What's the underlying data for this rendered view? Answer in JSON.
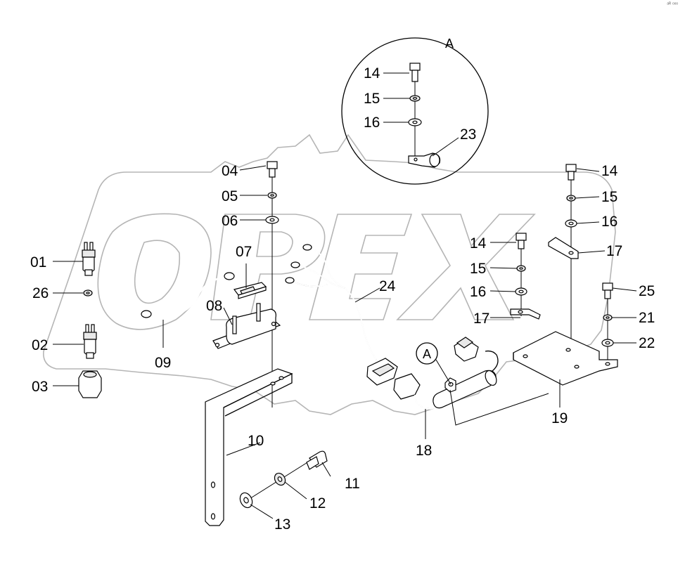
{
  "corner_mark": "ᵃᴿ ᵒᵒᵒ",
  "watermark": "OPEX",
  "detail_view": {
    "letter": "A",
    "ref_letter": "A"
  },
  "callouts": {
    "p01": "01",
    "p02": "02",
    "p03": "03",
    "p04": "04",
    "p05": "05",
    "p06": "06",
    "p07": "07",
    "p08": "08",
    "p09": "09",
    "p10": "10",
    "p11": "11",
    "p12": "12",
    "p13": "13",
    "p14a": "14",
    "p15a": "15",
    "p16a": "16",
    "p14b": "14",
    "p15b": "15",
    "p16b": "16",
    "p14c": "14",
    "p15c": "15",
    "p16c": "16",
    "p17a": "17",
    "p17b": "17",
    "p18": "18",
    "p19": "19",
    "p21": "21",
    "p22": "22",
    "p23": "23",
    "p24": "24",
    "p25": "25",
    "p26": "26"
  }
}
